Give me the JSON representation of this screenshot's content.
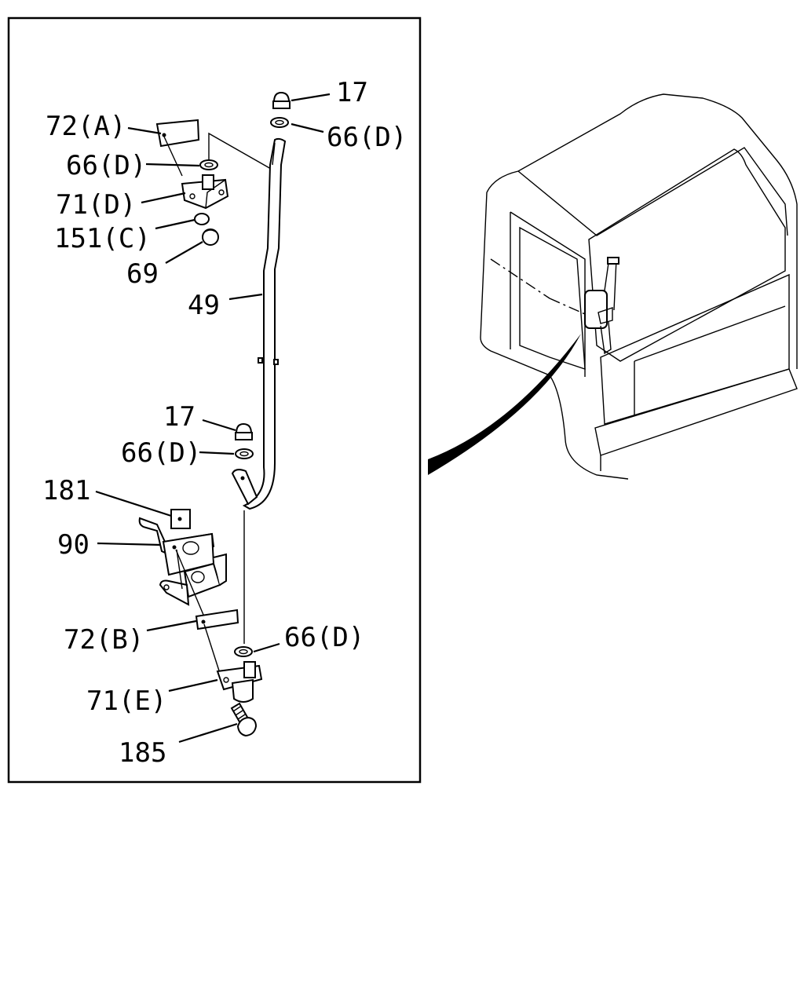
{
  "callouts": {
    "c17_top": "17",
    "c66d_top": "66(D)",
    "c72a": "72(A)",
    "c66d_upper": "66(D)",
    "c71d": "71(D)",
    "c151c": "151(C)",
    "c69": "69",
    "c49": "49",
    "c17_mid": "17",
    "c66d_mid": "66(D)",
    "c181": "181",
    "c90": "90",
    "c72b": "72(B)",
    "c66d_low": "66(D)",
    "c71e": "71(E)",
    "c185": "185"
  },
  "icons": [
    "frame",
    "vehicle-rear-view",
    "mirror-stay-rod",
    "bracket",
    "washer",
    "cap-nut",
    "bolt",
    "pointer-arrow"
  ]
}
